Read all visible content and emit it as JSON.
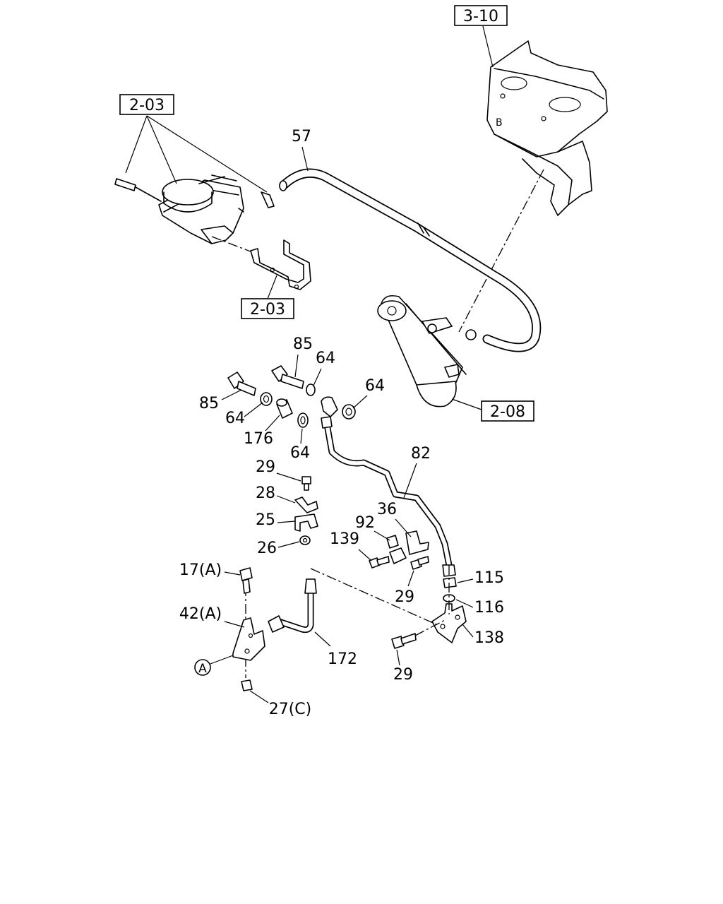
{
  "refs": {
    "r310": "3-10",
    "r203a": "2-03",
    "r203b": "2-03",
    "r208": "2-08"
  },
  "labels": {
    "p57": "57",
    "p85a": "85",
    "p64a": "64",
    "p64b": "64",
    "p85b": "85",
    "p64c": "64",
    "p176": "176",
    "p64d": "64",
    "p82": "82",
    "p29a": "29",
    "p28": "28",
    "p25": "25",
    "p26": "26",
    "p36": "36",
    "p92": "92",
    "p139": "139",
    "p29b": "29",
    "p115": "115",
    "p116": "116",
    "p138": "138",
    "p29c": "29",
    "p17a": "17(A)",
    "p42a": "42(A)",
    "p172": "172",
    "p27c": "27(C)",
    "circleA": "A"
  }
}
